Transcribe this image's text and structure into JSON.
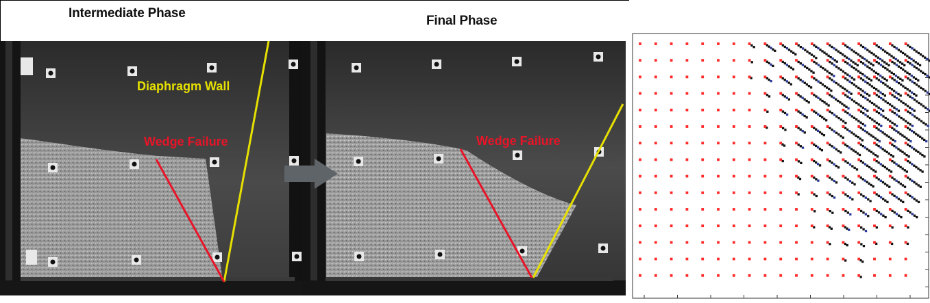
{
  "captions": {
    "intermediate": "Intermediate Phase",
    "final": "Final Phase"
  },
  "overlays": {
    "diaphragm_wall": "Diaphragm Wall",
    "wedge_failure_left": "Wedge Failure",
    "wedge_failure_right": "Wedge Failure"
  },
  "colors": {
    "wall_line": "#e6e000",
    "failure_line": "#e81428",
    "grid_marker": "#ff2a2a",
    "trail_marker": "#111111",
    "trail_highlight": "#2a3a9a",
    "arrow": "#5f6468"
  },
  "icons": {
    "phase_arrow": "right-arrow-icon"
  }
}
